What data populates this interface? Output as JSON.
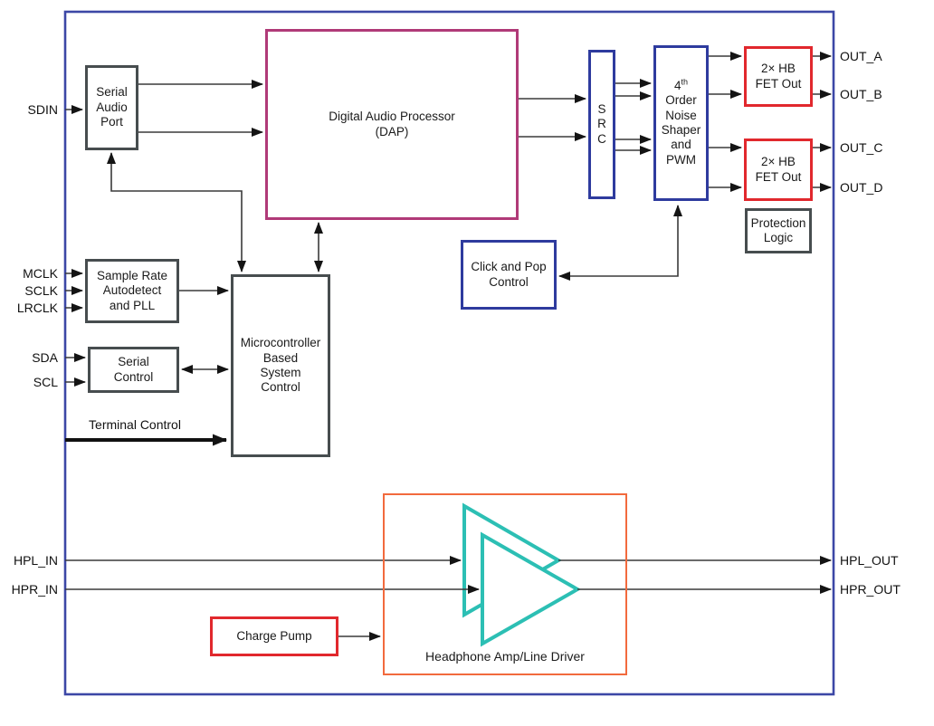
{
  "blocks": {
    "serial_audio_port": {
      "label": "Serial\nAudio\nPort"
    },
    "dap": {
      "label": "Digital Audio Processor\n(DAP)"
    },
    "src": {
      "label": "S\nR\nC"
    },
    "noise_shaper": {
      "line1_base": "4",
      "line1_sup": "th",
      "rest": "Order\nNoise\nShaper\nand\nPWM"
    },
    "fet_out_top": {
      "label": "2× HB\nFET Out"
    },
    "fet_out_bottom": {
      "label": "2× HB\nFET Out"
    },
    "protection_logic": {
      "label": "Protection\nLogic"
    },
    "click_and_pop": {
      "label": "Click and Pop\nControl"
    },
    "sample_rate_pll": {
      "label": "Sample Rate\nAutodetect\nand PLL"
    },
    "serial_control": {
      "label": "Serial\nControl"
    },
    "microcontroller": {
      "label": "Microcontroller\nBased\nSystem\nControl"
    },
    "charge_pump": {
      "label": "Charge Pump"
    },
    "headphone_amp": {
      "label": "Headphone Amp/Line Driver"
    }
  },
  "pins": {
    "sdin": "SDIN",
    "mclk": "MCLK",
    "sclk": "SCLK",
    "lrclk": "LRCLK",
    "sda": "SDA",
    "scl": "SCL",
    "hpl_in": "HPL_IN",
    "hpr_in": "HPR_IN",
    "out_a": "OUT_A",
    "out_b": "OUT_B",
    "out_c": "OUT_C",
    "out_d": "OUT_D",
    "hpl_out": "HPL_OUT",
    "hpr_out": "HPR_OUT"
  },
  "labels": {
    "terminal_control": "Terminal Control"
  },
  "colors": {
    "wire": "#3a3a3a",
    "arrow": "#141414",
    "border-main": "#3c47a6",
    "block-gray": "#474d4f",
    "block-magenta": "#b03a78",
    "block-blue": "#2e3b9e",
    "block-red": "#e1282d",
    "block-orange": "#f26a3d",
    "amp-teal": "#2cbfb4",
    "text": "#1a1a1a"
  }
}
